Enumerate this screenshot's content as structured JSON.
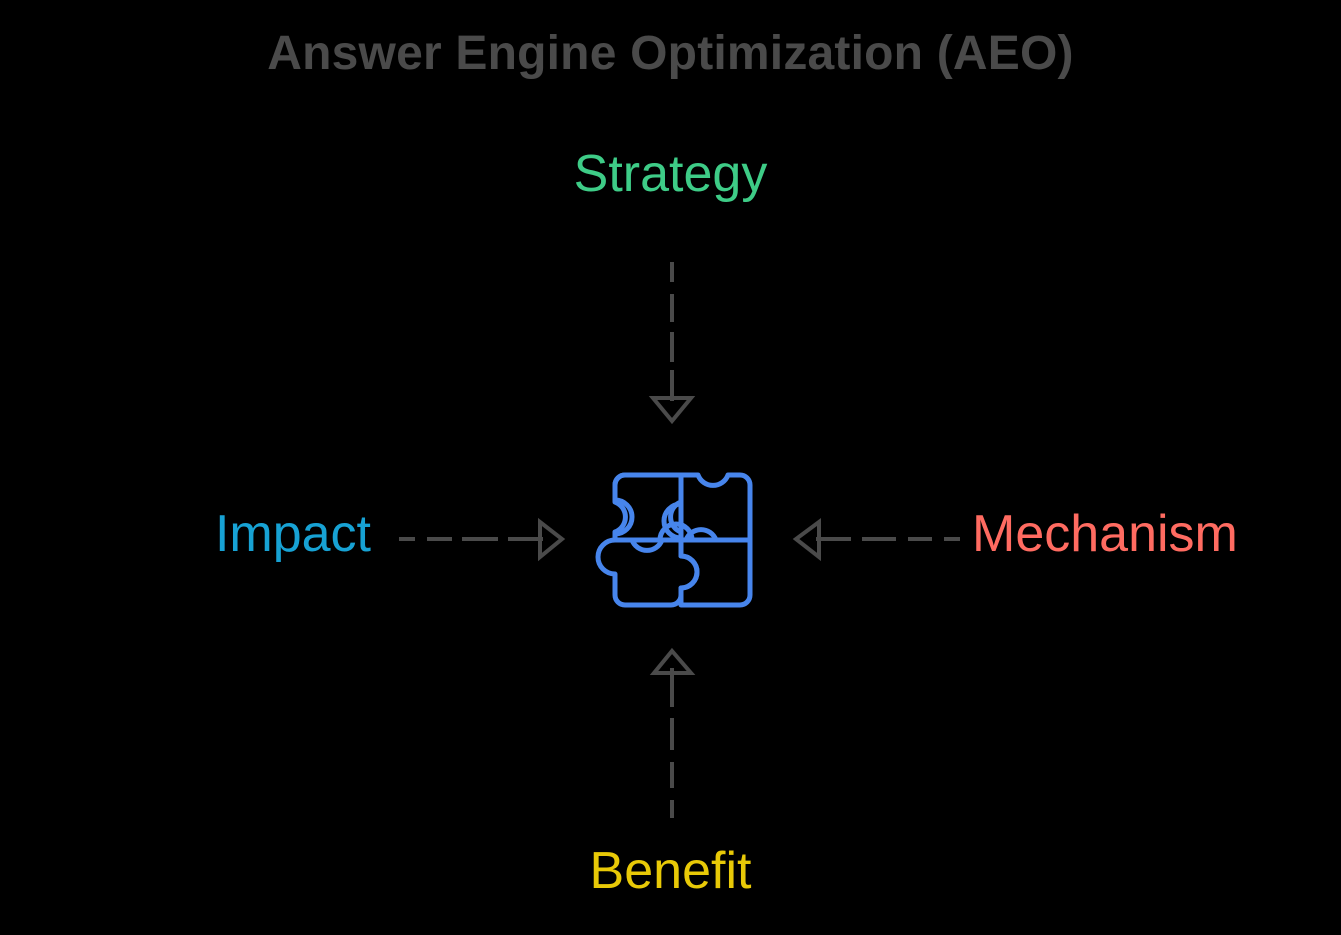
{
  "diagram": {
    "title": "Answer Engine Optimization (AEO)",
    "title_color": "#4a4a4a",
    "background_color": "#000000",
    "center": {
      "icon": "puzzle-icon",
      "pieces": 4,
      "color": "#4785ec"
    },
    "arrow_color": "#4a4a4a",
    "nodes": [
      {
        "id": "strategy",
        "label": "Strategy",
        "color": "#3ecc87",
        "position": "top",
        "arrow_direction": "down",
        "arrow_style": "dashed-to-solid"
      },
      {
        "id": "impact",
        "label": "Impact",
        "color": "#17a2d4",
        "position": "left",
        "arrow_direction": "right",
        "arrow_style": "dashed-to-solid"
      },
      {
        "id": "mechanism",
        "label": "Mechanism",
        "color": "#ff6b61",
        "position": "right",
        "arrow_direction": "left",
        "arrow_style": "dashed-to-solid"
      },
      {
        "id": "benefit",
        "label": "Benefit",
        "color": "#e8c907",
        "position": "bottom",
        "arrow_direction": "up",
        "arrow_style": "dashed-to-solid"
      }
    ]
  }
}
